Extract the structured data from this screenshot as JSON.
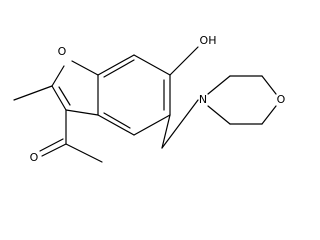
{
  "molecule": {
    "atom_labels": {
      "furan_oxygen": "O",
      "hydroxyl": "OH",
      "morpholine_nitrogen": "N",
      "morpholine_oxygen": "O",
      "carbonyl_oxygen": "O"
    },
    "bond_color": "#000000",
    "background_color": "#ffffff"
  }
}
